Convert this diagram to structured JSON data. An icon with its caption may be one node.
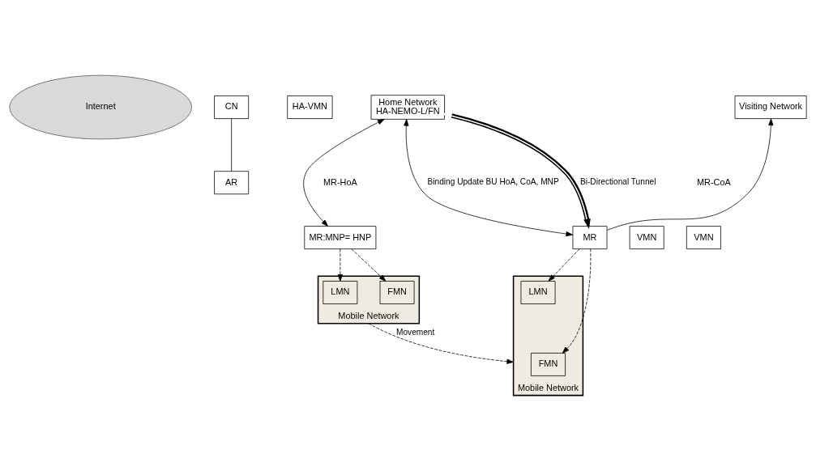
{
  "diagram": {
    "nodes": [
      {
        "text": [
          "Internet"
        ]
      },
      {
        "text": [
          "CN"
        ]
      },
      {
        "text": [
          "AR"
        ]
      },
      {
        "text": [
          "HA-VMN"
        ]
      },
      {
        "text": [
          "Home Network",
          "HA-NEMO-L/FN"
        ]
      },
      {
        "text": [
          "Visiting Network"
        ]
      },
      {
        "text": [
          "Mobile Network"
        ]
      },
      {
        "text": [
          "MR:MNP= HNP"
        ]
      },
      {
        "text": [
          "VMN"
        ]
      },
      {
        "text": [
          "LMN"
        ],
        "in": 6
      },
      {
        "text": [
          "FMN"
        ],
        "in": 6
      },
      {
        "text": [
          "Mobile Network"
        ]
      },
      {
        "text": [
          "MR"
        ]
      },
      {
        "text": [
          "VMN"
        ]
      },
      {
        "text": [
          "FMN"
        ],
        "in": 11
      },
      {
        "text": [
          "LMN"
        ],
        "in": 11
      }
    ],
    "edges": [
      {
        "from": 1,
        "to": 2,
        "arrow": "none"
      },
      {
        "from": 4,
        "to": 7,
        "arrow": "both"
      },
      {
        "from": 12,
        "to": 4,
        "arrow": "both",
        "label": "Binding Update BU HoA, CoA, MNP"
      },
      {
        "from": 12,
        "to": 5,
        "arrow": "to"
      },
      {
        "from": 4,
        "to": 12,
        "arrow": "both",
        "style": "thick",
        "label": "Bi-Directional Tunnel"
      },
      {
        "from": 7,
        "to": 9,
        "arrow": "to",
        "style": "dashed"
      },
      {
        "from": 7,
        "to": 10,
        "arrow": "to",
        "style": "dashed"
      },
      {
        "from": 12,
        "to": 14,
        "arrow": "to",
        "style": "dashed"
      },
      {
        "from": 12,
        "to": 15,
        "arrow": "to",
        "style": "dashed"
      },
      {
        "from": 6,
        "to": 11,
        "arrow": "to",
        "style": "dashed",
        "label": "Movement"
      }
    ],
    "labels": [
      "MR-HoA",
      "MR-CoA"
    ]
  }
}
